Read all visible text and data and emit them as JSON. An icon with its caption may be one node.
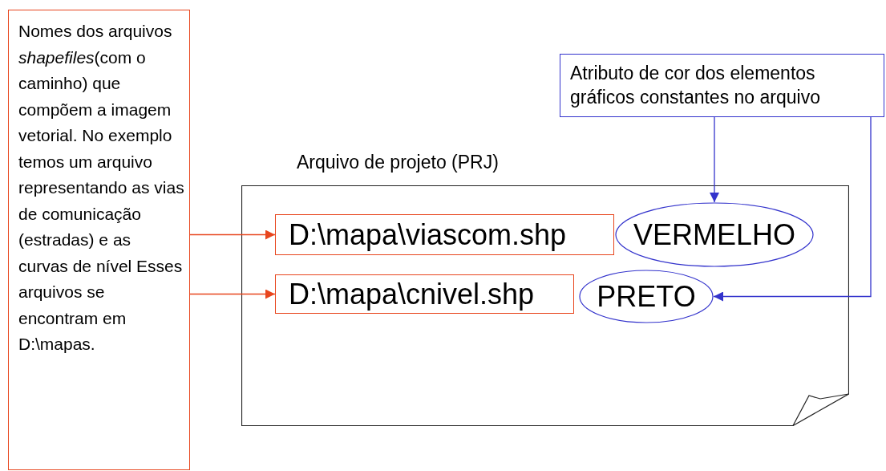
{
  "diagram": {
    "nodes": [
      {
        "text": [
          "Nomes dos arquivos *shapefiles*(com o caminho) que compõem a imagem vetorial. No exemplo temos um arquivo representando as vias de comunicação (estradas) e as curvas de nível Esses arquivos se encontram em D:\\mapas."
        ]
      },
      {
        "text": [
          "Atributo de cor dos elementos gráficos constantes no arquivo"
        ]
      },
      {
        "text": [
          "Arquivo de projeto (PRJ)"
        ]
      },
      {
        "text": [
          "D:\\mapa\\viascom.shp"
        ],
        "in": 2
      },
      {
        "text": [
          "VERMELHO"
        ],
        "in": 2
      },
      {
        "text": [
          "D:\\mapa\\cnivel.shp"
        ],
        "in": 2
      },
      {
        "text": [
          "PRETO"
        ],
        "in": 2
      }
    ],
    "edges": [
      {
        "from": 0,
        "to": 3,
        "arrow": "to",
        "color": "#e8461e"
      },
      {
        "from": 0,
        "to": 5,
        "arrow": "to",
        "color": "#e8461e"
      },
      {
        "from": 1,
        "to": 4,
        "arrow": "to",
        "color": "#3333cc"
      },
      {
        "from": 1,
        "to": 6,
        "arrow": "to",
        "color": "#3333cc"
      }
    ]
  }
}
